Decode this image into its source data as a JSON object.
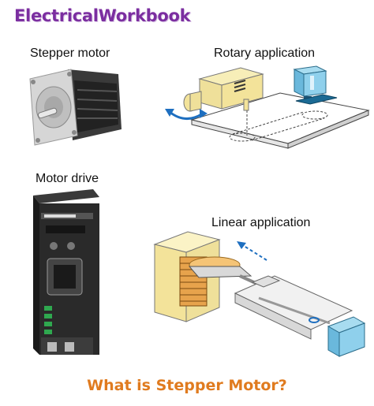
{
  "brand": {
    "title": "ElectricalWorkbook"
  },
  "labels": {
    "stepper_motor": "Stepper motor",
    "rotary_application": "Rotary application",
    "motor_drive": "Motor drive",
    "linear_application": "Linear application"
  },
  "footer": {
    "caption": "What is Stepper Motor?"
  },
  "colors": {
    "brand": "#7b2ea0",
    "caption": "#e07b1f",
    "arrow_blue": "#1e6fc0",
    "motor_yellow": "#f3e39a",
    "motor_cyan": "#7fc8e6"
  }
}
